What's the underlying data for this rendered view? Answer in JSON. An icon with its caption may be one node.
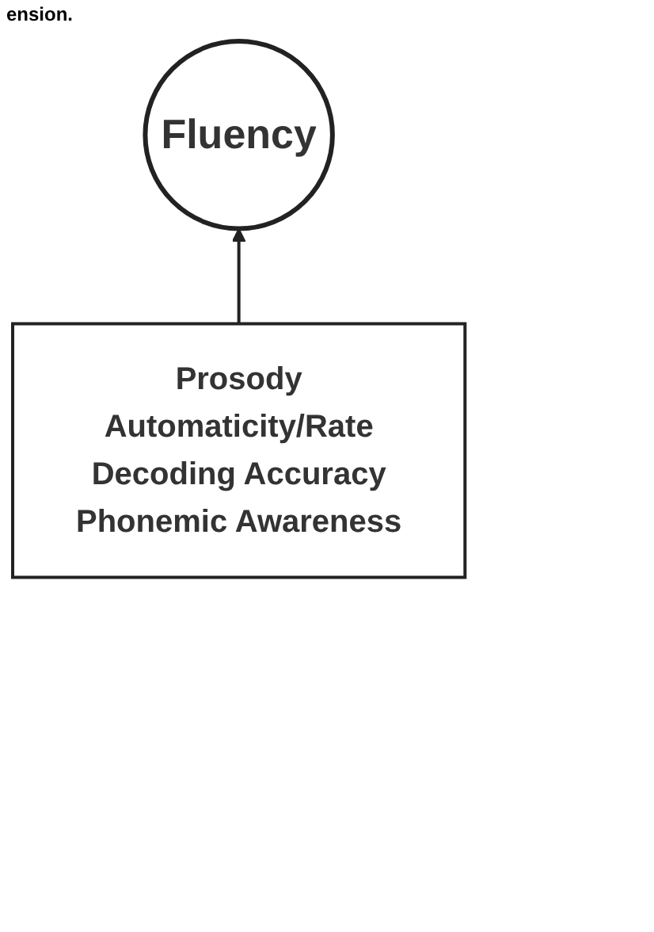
{
  "diagram": {
    "nodes": [
      {
        "text": [
          "Fluency"
        ]
      },
      {
        "text": [
          "Prosody",
          "Automaticity/Rate",
          "Decoding Accuracy",
          "Phonemic Awareness"
        ]
      }
    ],
    "edges": [
      {
        "from": 1,
        "to": 0,
        "arrow": "to"
      }
    ],
    "labels": [
      "ension."
    ]
  }
}
